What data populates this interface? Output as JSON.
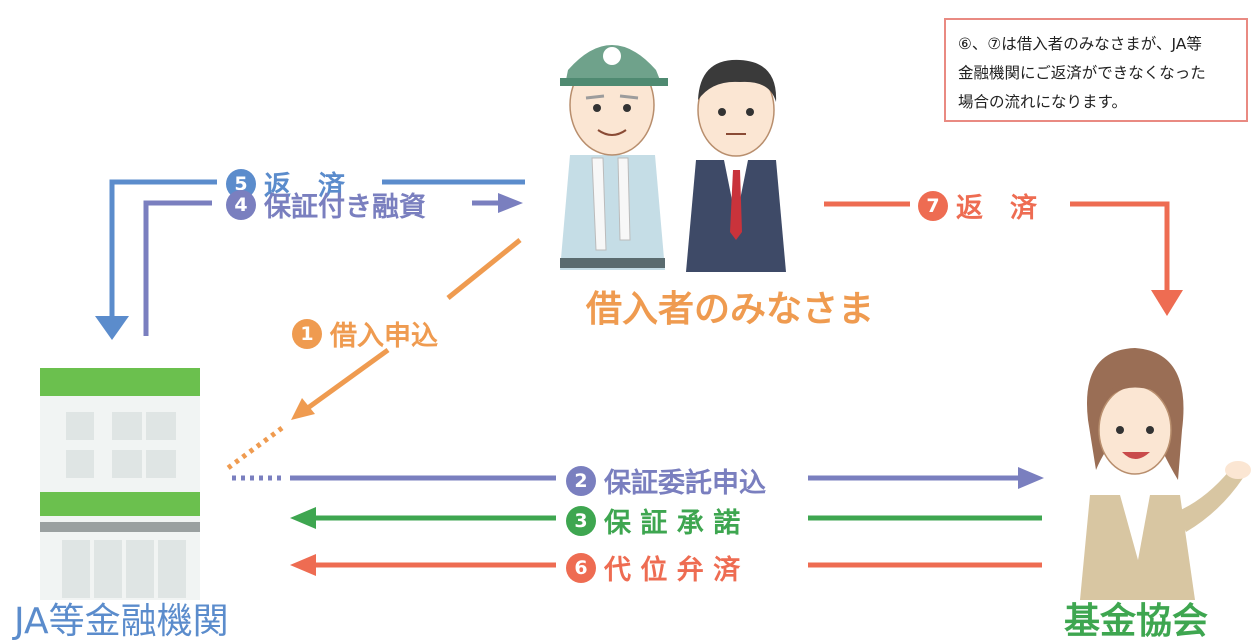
{
  "colors": {
    "blue": "#5b8ccc",
    "purple": "#7a7fbf",
    "orange": "#ef9b50",
    "green": "#3ea650",
    "red": "#ee6c52",
    "building_green": "#6bc04e"
  },
  "note": {
    "line1": "⑥、⑦は借入者のみなさまが、JA等",
    "line2": "金融機関にご返済ができなくなった",
    "line3": "場合の流れになります。"
  },
  "entities": {
    "borrowers": "借入者のみなさま",
    "bank": "JA等金融機関",
    "association": "基金協会"
  },
  "steps": {
    "s1": {
      "num": "1",
      "label": "借入申込"
    },
    "s2": {
      "num": "2",
      "label": "保証委託申込"
    },
    "s3": {
      "num": "3",
      "label": "保 証 承 諾"
    },
    "s4": {
      "num": "4",
      "label": "保証付き融資"
    },
    "s5": {
      "num": "5",
      "label": "返　済"
    },
    "s6": {
      "num": "6",
      "label": "代 位 弁 済"
    },
    "s7": {
      "num": "7",
      "label": "返　済"
    }
  }
}
